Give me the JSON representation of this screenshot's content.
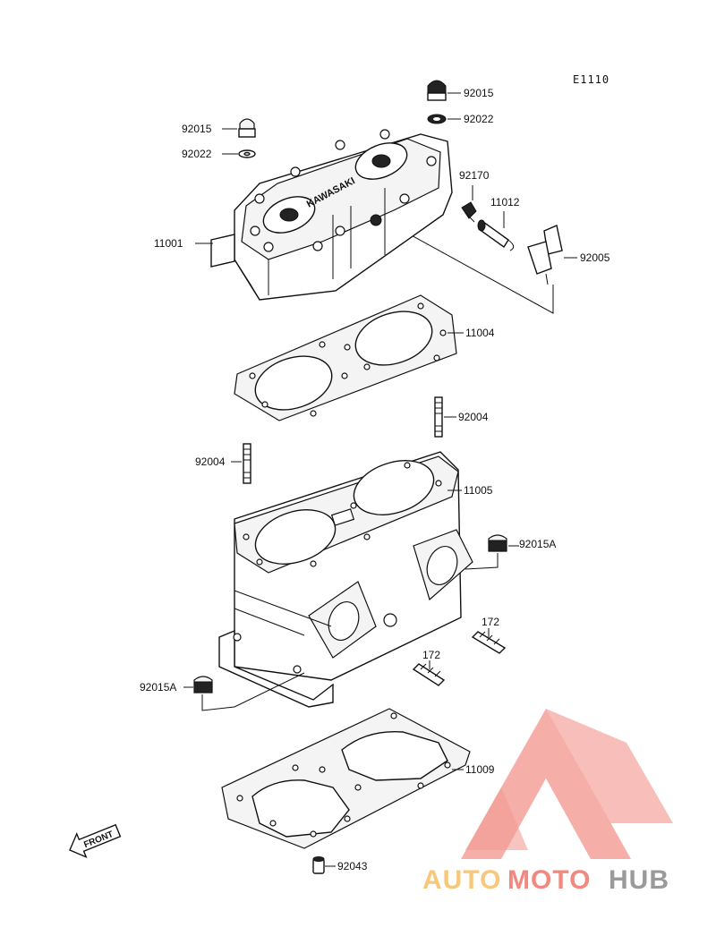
{
  "diagram": {
    "ref_code": "E1110",
    "parts": [
      {
        "id": "92015",
        "label": "92015"
      },
      {
        "id": "92022",
        "label": "92022"
      },
      {
        "id": "92015-left",
        "label": "92015"
      },
      {
        "id": "92022-left",
        "label": "92022"
      },
      {
        "id": "92170",
        "label": "92170"
      },
      {
        "id": "11012",
        "label": "11012"
      },
      {
        "id": "11001",
        "label": "11001"
      },
      {
        "id": "92005",
        "label": "92005"
      },
      {
        "id": "11004",
        "label": "11004"
      },
      {
        "id": "92004-right",
        "label": "92004"
      },
      {
        "id": "92004-left",
        "label": "92004"
      },
      {
        "id": "11005",
        "label": "11005"
      },
      {
        "id": "92015A-right",
        "label": "92015A"
      },
      {
        "id": "172-upper",
        "label": "172"
      },
      {
        "id": "172-lower",
        "label": "172"
      },
      {
        "id": "92015A-left",
        "label": "92015A"
      },
      {
        "id": "11009",
        "label": "11009"
      },
      {
        "id": "92043",
        "label": "92043"
      }
    ],
    "head_brand": "KAWASAKI",
    "front_arrow": "FRONT"
  },
  "watermark": {
    "text_part1": "AUTO",
    "text_part2": "MOTO",
    "text_part3": "HUB",
    "colors": {
      "part1": "#f7c77a",
      "part2": "#f08a80",
      "part3": "#9a9a9a",
      "logo": "#f4a09a"
    }
  }
}
